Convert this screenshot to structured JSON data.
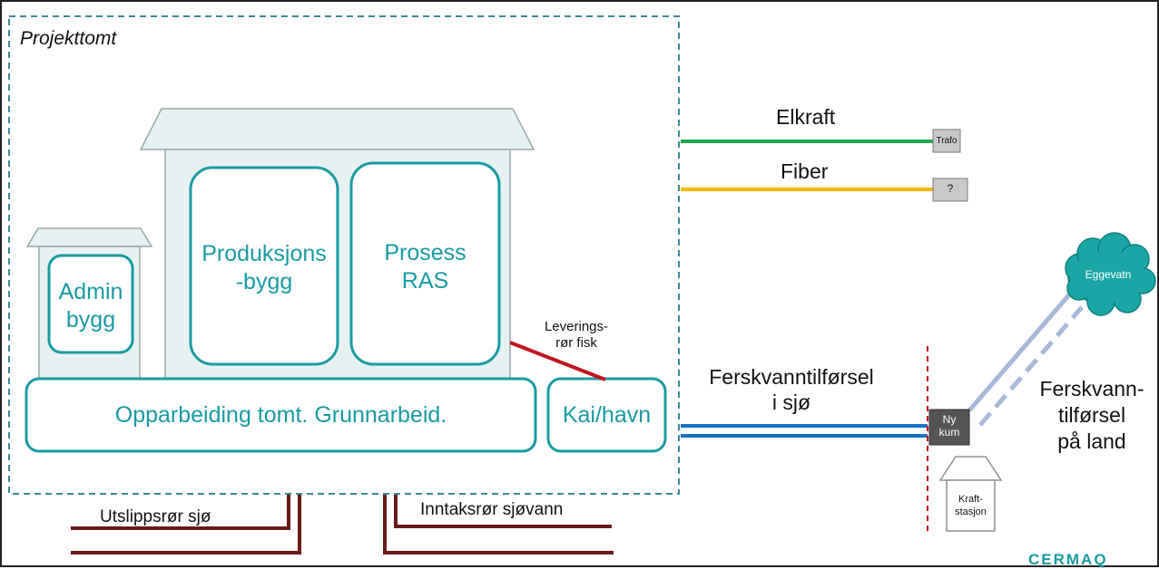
{
  "site": {
    "title": "Projekttomt"
  },
  "buildings": {
    "admin": {
      "line1": "Admin",
      "line2": "bygg"
    },
    "produksjon": {
      "line1": "Produksjons",
      "line2": "-bygg"
    },
    "prosess": {
      "line1": "Prosess",
      "line2": "RAS"
    }
  },
  "ground": {
    "label": "Opparbeiding tomt. Grunnarbeid."
  },
  "harbor": {
    "label": "Kai/havn"
  },
  "delivery_pipe": {
    "line1": "Leverings-",
    "line2": "rør fisk"
  },
  "utilities": {
    "elkraft": {
      "label": "Elkraft",
      "box": "Trafo"
    },
    "fiber": {
      "label": "Fiber",
      "box": "?"
    }
  },
  "freshwater_sea": {
    "line1": "Ferskvanntilførsel",
    "line2": "i sjø"
  },
  "freshwater_land": {
    "line1": "Ferskvann-",
    "line2": "tilførsel",
    "line3": "på land"
  },
  "kum": {
    "line1": "Ny",
    "line2": "kum"
  },
  "power_station": {
    "line1": "Kraft-",
    "line2": "stasjon"
  },
  "lake": {
    "label": "Eggevatn"
  },
  "pipes": {
    "outlet": "Utslippsrør sjø",
    "intake": "Inntaksrør sjøvann"
  },
  "logo": {
    "text": "CERMAQ"
  },
  "colors": {
    "teal": "#1a9ba3",
    "building_fill": "#e6f1f1",
    "elkraft": "#1faa4b",
    "fiber": "#f5b800",
    "freshwater": "#1a6fc4",
    "land_pipe": "#a8b8d8",
    "pipe_brown": "#6b1a1a",
    "delivery_red": "#c0141c",
    "lake": "#1ba6a6"
  }
}
